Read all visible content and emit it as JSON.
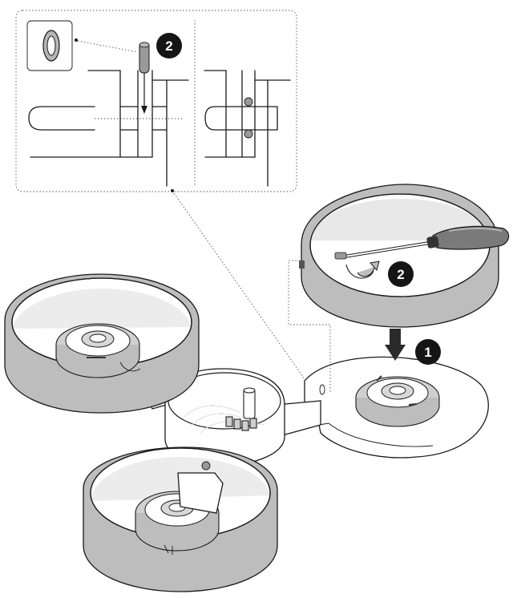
{
  "steps": {
    "one": "1",
    "two_detail": "2",
    "two_main": "2"
  },
  "colors": {
    "ink": "#1a1a1a",
    "ring_fill": "#bcbcbc",
    "ring_dark": "#8d8d8d",
    "badge": "#151515",
    "badge_text": "#ffffff",
    "pin": "#9a9a9a",
    "dotted": "#555555"
  },
  "icons": {
    "oring": "o-ring-icon",
    "screwdriver": "screwdriver-icon",
    "rotate_arrow": "rotate-arrow-icon",
    "down_arrow": "down-arrow-icon"
  }
}
